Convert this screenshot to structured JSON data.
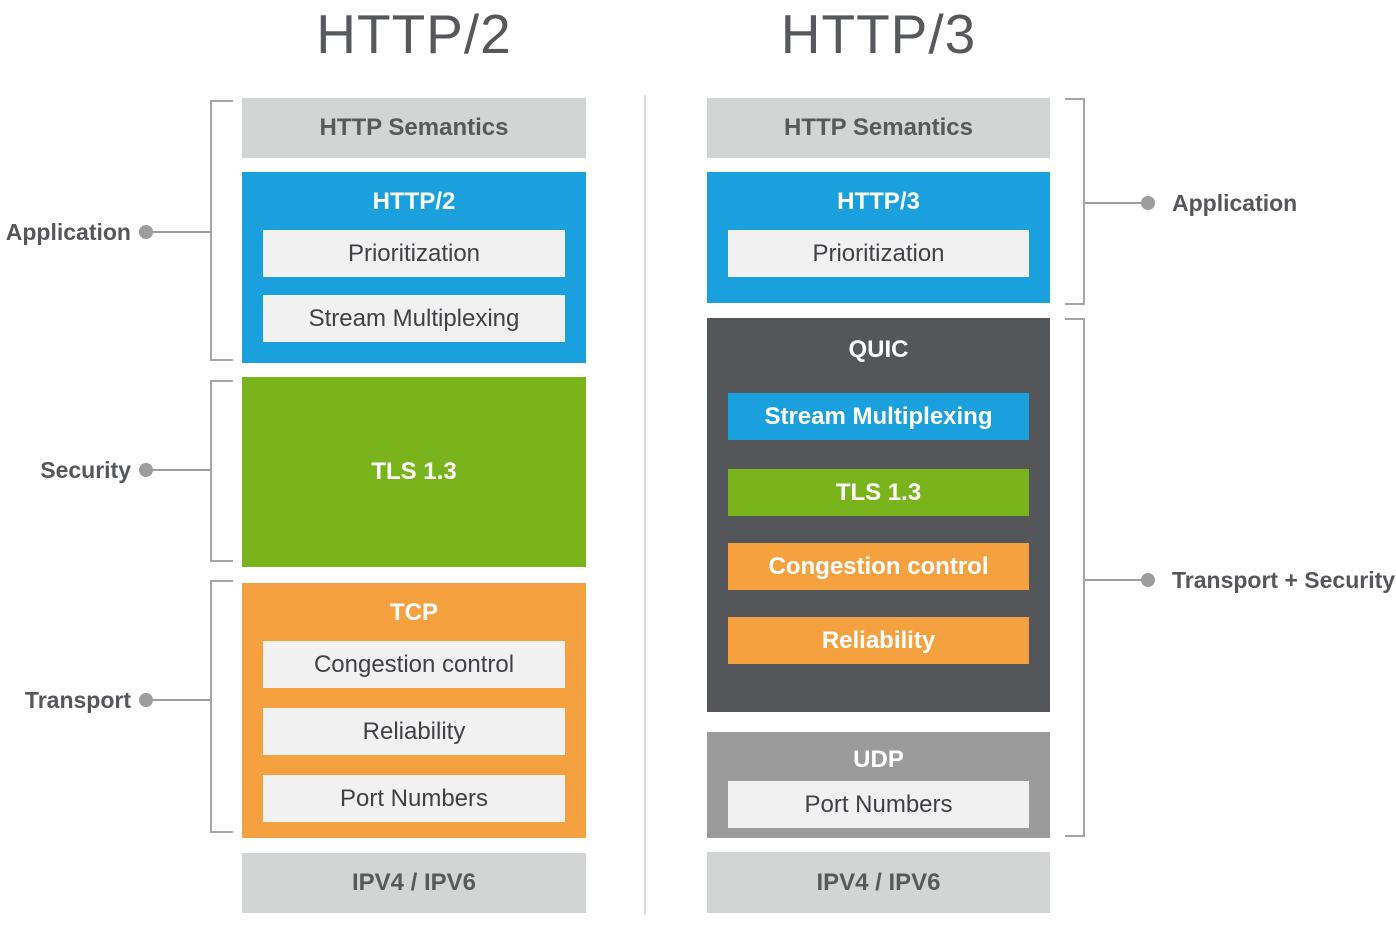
{
  "titles": {
    "left": "HTTP/2",
    "right": "HTTP/3"
  },
  "left_stack": {
    "semantics": "HTTP Semantics",
    "http2": {
      "label": "HTTP/2",
      "items": [
        "Prioritization",
        "Stream Multiplexing"
      ]
    },
    "tls": {
      "label": "TLS 1.3"
    },
    "tcp": {
      "label": "TCP",
      "items": [
        "Congestion control",
        "Reliability",
        "Port Numbers"
      ]
    },
    "ip": "IPV4 / IPV6"
  },
  "right_stack": {
    "semantics": "HTTP Semantics",
    "http3": {
      "label": "HTTP/3",
      "items": [
        "Prioritization"
      ]
    },
    "quic": {
      "label": "QUIC",
      "items": [
        "Stream Multiplexing",
        "TLS 1.3",
        "Congestion control",
        "Reliability"
      ]
    },
    "udp": {
      "label": "UDP",
      "items": [
        "Port Numbers"
      ]
    },
    "ip": "IPV4 / IPV6"
  },
  "side_labels": {
    "left": [
      "Application",
      "Security",
      "Transport"
    ],
    "right": [
      "Application",
      "Transport + Security"
    ]
  },
  "colors": {
    "blue": "#1aa0dc",
    "green": "#7ab41d",
    "orange": "#f6a140",
    "quic_dark": "#55565a",
    "udp_gray": "#9b9b9b",
    "box_light_gray": "#d3d4d4",
    "subbox_light": "#f1f1f2",
    "text_dark": "#58595b",
    "line_gray": "#9d9d9d"
  }
}
